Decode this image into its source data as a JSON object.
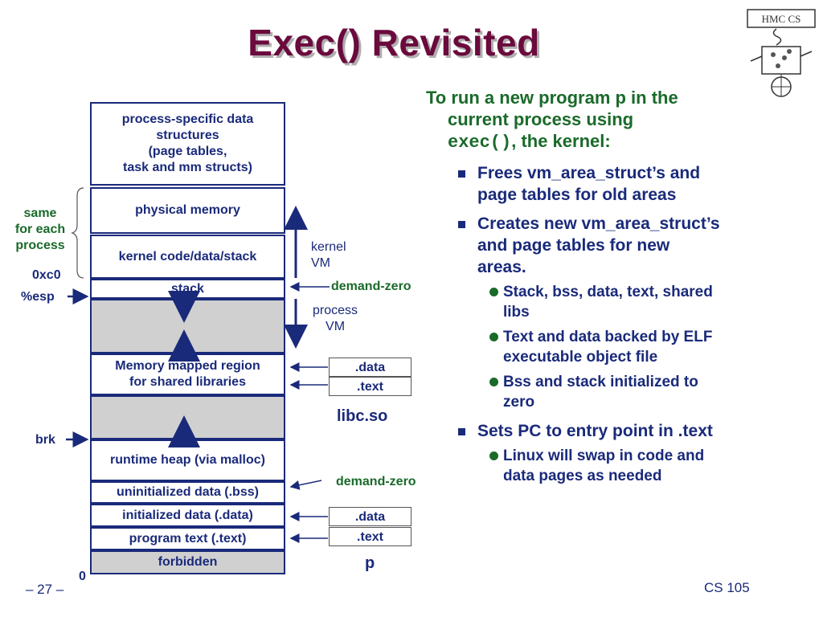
{
  "title": "Exec() Revisited",
  "memory_layout": {
    "regions": {
      "process_specific": [
        "process-specific data",
        "structures",
        "(page tables,",
        "task and mm structs)"
      ],
      "physical_memory": "physical memory",
      "kernel_code": "kernel code/data/stack",
      "stack": "stack",
      "mmap": [
        "Memory mapped region",
        "for shared libraries"
      ],
      "heap": "runtime heap (via malloc)",
      "bss": "uninitialized data (.bss)",
      "data": "initialized data (.data)",
      "text": "program text (.text)",
      "forbidden": "forbidden"
    },
    "left_labels": {
      "same": [
        "same",
        "for each",
        "process"
      ],
      "addr": "0xc0",
      "esp": "%esp",
      "brk": "brk",
      "zero": "0"
    },
    "right_labels": {
      "kernel_vm": [
        "kernel",
        "VM"
      ],
      "process_vm": [
        "process",
        "VM"
      ],
      "demand_zero_1": "demand-zero",
      "demand_zero_2": "demand-zero"
    },
    "libc": {
      "data": ".data",
      "text": ".text",
      "name": "libc.so"
    },
    "prog": {
      "data": ".data",
      "text": ".text",
      "name": "p"
    }
  },
  "text": {
    "intro": [
      "To run a new program p in the",
      "current process using",
      "exec()",
      ", the kernel:"
    ],
    "bullets": [
      {
        "text": [
          "Frees vm_area_struct’s and",
          "page tables for old areas"
        ]
      },
      {
        "text": [
          "Creates new vm_area_struct’s",
          "and page tables for new",
          "areas."
        ],
        "sub": [
          [
            "Stack, bss, data, text, shared",
            "libs"
          ],
          [
            "Text and data backed by ELF",
            "executable object file"
          ],
          [
            "Bss and stack initialized to",
            "zero"
          ]
        ]
      },
      {
        "text": [
          "Sets PC to entry point in .text"
        ],
        "sub": [
          [
            "Linux will swap in code and",
            "data pages as needed"
          ]
        ]
      }
    ]
  },
  "footer": {
    "page": "– 27 –",
    "course": "CS 105"
  },
  "logo": {
    "text": "HMC CS"
  },
  "colors": {
    "title": "#6b0a3c",
    "navy": "#1a2a7a",
    "green": "#1a6a2a",
    "gray": "#d0d0d0"
  }
}
